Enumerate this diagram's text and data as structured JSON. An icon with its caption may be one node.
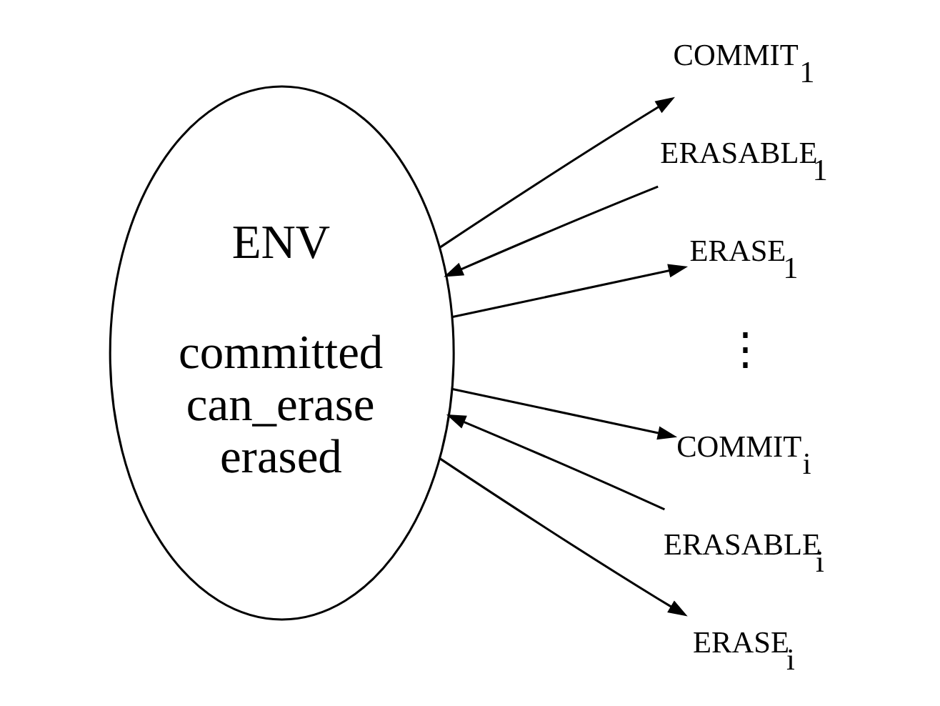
{
  "diagram": {
    "nodes": [
      {
        "text": [
          "ENV",
          "committed can_erase erased"
        ]
      },
      {
        "text": [
          "COMMIT$_{1}$"
        ]
      },
      {
        "text": [
          "ERASABLE$_{1}$"
        ]
      },
      {
        "text": [
          "ERASE$_{1}$"
        ]
      },
      {
        "text": [
          "COMMIT$_{i}$"
        ]
      },
      {
        "text": [
          "ERASABLE$_{i}$"
        ]
      },
      {
        "text": [
          "ERASE$_{i}$"
        ]
      }
    ],
    "edges": [
      {
        "from": 0,
        "to": 1,
        "arrow": "to"
      },
      {
        "from": 2,
        "to": 0,
        "arrow": "to"
      },
      {
        "from": 0,
        "to": 3,
        "arrow": "to"
      },
      {
        "from": 0,
        "to": 4,
        "arrow": "to"
      },
      {
        "from": 5,
        "to": 0,
        "arrow": "to"
      },
      {
        "from": 0,
        "to": 6,
        "arrow": "to"
      }
    ],
    "labels": [
      "⋮"
    ]
  }
}
